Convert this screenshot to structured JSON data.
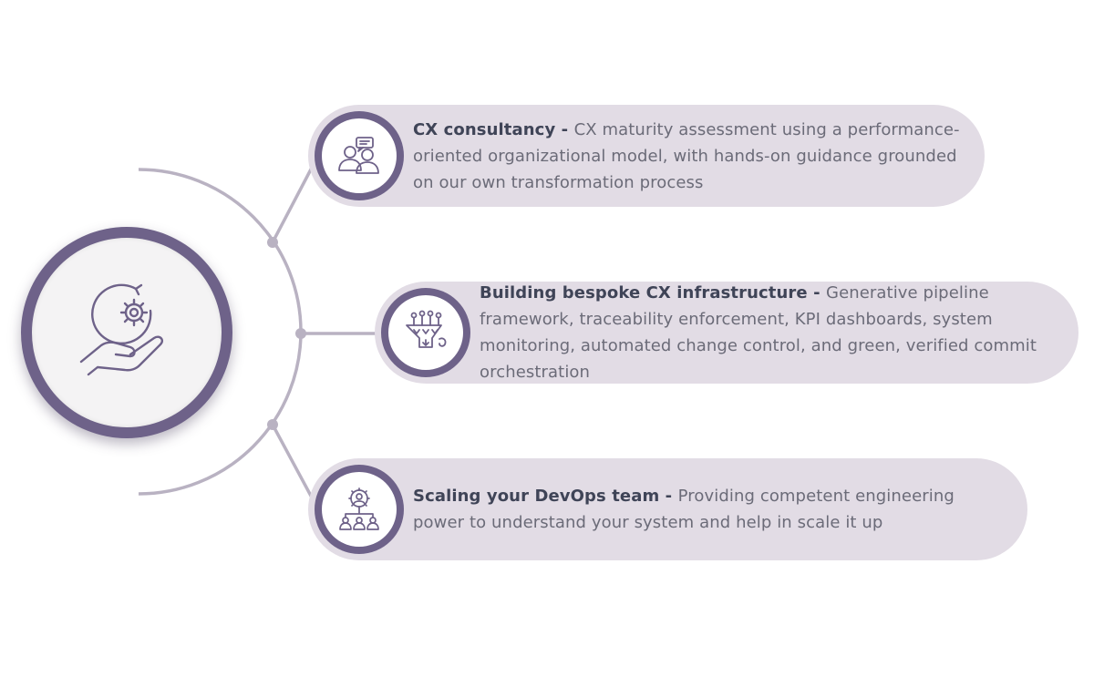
{
  "colors": {
    "accent": "#6e6289",
    "pill_background": "#e2dce5",
    "connector": "#b9b2c2",
    "heading_text": "#3f4457",
    "body_text": "#6b6b78"
  },
  "hub": {
    "icon": "hand-gear-icon"
  },
  "items": [
    {
      "icon": "consulting-people-icon",
      "title": "CX consultancy",
      "separator": " - ",
      "description": "CX maturity assessment using a performance-oriented organizational model, with hands-on guidance grounded on our own transformation process"
    },
    {
      "icon": "pipeline-funnel-icon",
      "title": "Building bespoke CX infrastructure",
      "separator": " - ",
      "description": "Generative pipeline framework, traceability enforcement, KPI dashboards, system monitoring, automated change control, and green, verified commit orchestration"
    },
    {
      "icon": "team-network-icon",
      "title": "Scaling your DevOps team",
      "separator": " - ",
      "description": "Providing competent engineering power to understand your system and help in scale it up"
    }
  ]
}
